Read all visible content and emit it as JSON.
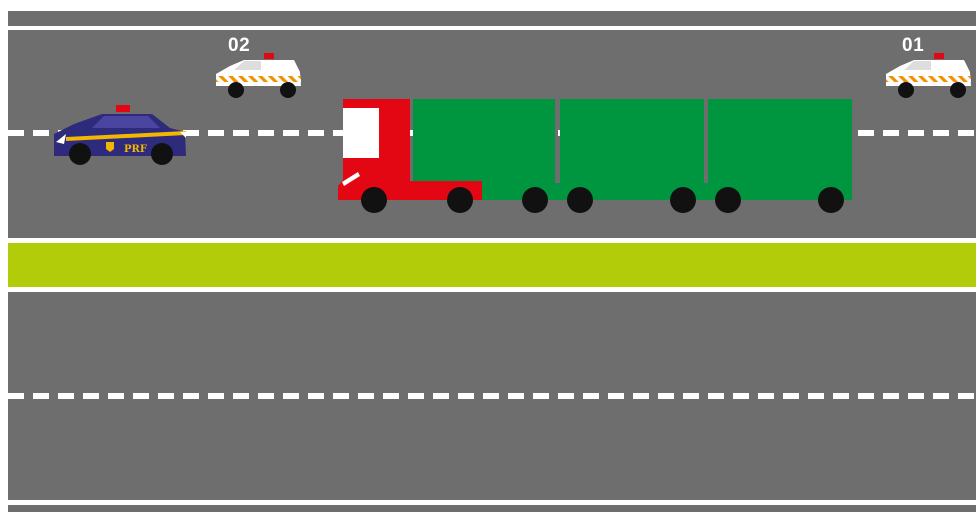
{
  "scene": {
    "colors": {
      "asphalt": "#6e6e6e",
      "lane_marking": "#ffffff",
      "median_grass": "#b2cc0a",
      "truck_cab": "#e30613",
      "trailer": "#009640",
      "police_car": "#2e2a7c",
      "police_stripe": "#f2b700",
      "escort_car_stripes": "#f29100",
      "wheel": "#111111"
    },
    "escort_cars": [
      {
        "label": "02"
      },
      {
        "label": "01"
      }
    ],
    "police_car": {
      "badge_text": "PRF"
    },
    "icons": [
      "police-car-icon",
      "escort-car-icon",
      "truck-icon",
      "beacon-light-icon"
    ]
  }
}
